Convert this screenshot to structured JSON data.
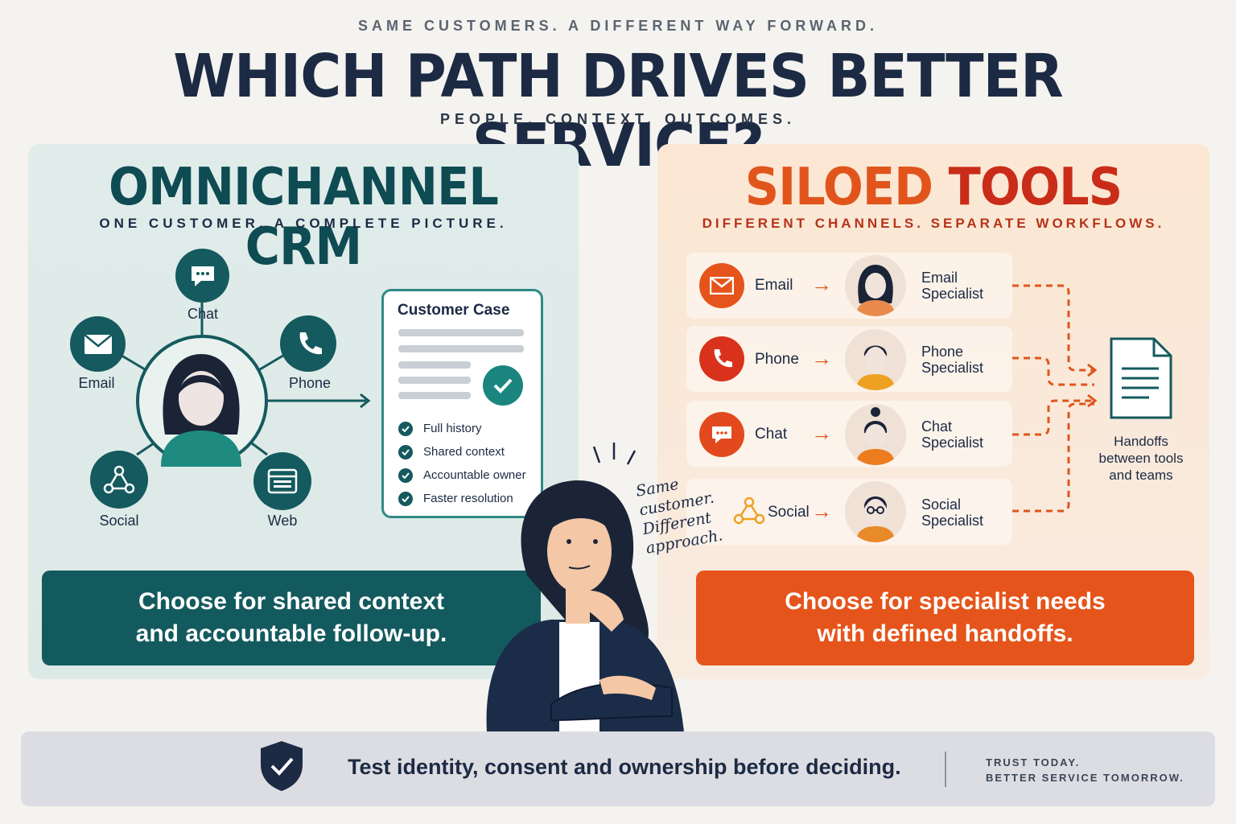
{
  "header": {
    "kicker": "SAME CUSTOMERS. A DIFFERENT WAY FORWARD.",
    "title": "WHICH PATH DRIVES BETTER SERVICE?",
    "subtitle": "PEOPLE. CONTEXT. OUTCOMES."
  },
  "omnichannel": {
    "title": "OMNICHANNEL CRM",
    "subtitle": "ONE CUSTOMER. A COMPLETE PICTURE.",
    "channels": {
      "chat": "Chat",
      "email": "Email",
      "phone": "Phone",
      "social": "Social",
      "web": "Web"
    },
    "case_card": {
      "title": "Customer Case",
      "items": [
        "Full history",
        "Shared context",
        "Accountable owner",
        "Faster resolution"
      ]
    },
    "cta": [
      "Choose for shared context",
      "and accountable follow-up."
    ]
  },
  "siloed": {
    "title_part1": "SILOED",
    "title_part2": "TOOLS",
    "subtitle": "DIFFERENT CHANNELS. SEPARATE WORKFLOWS.",
    "rows": [
      {
        "channel": "Email",
        "specialist": [
          "Email",
          "Specialist"
        ]
      },
      {
        "channel": "Phone",
        "specialist": [
          "Phone",
          "Specialist"
        ]
      },
      {
        "channel": "Chat",
        "specialist": [
          "Chat",
          "Specialist"
        ]
      },
      {
        "channel": "Social",
        "specialist": [
          "Social",
          "Specialist"
        ]
      }
    ],
    "handoff_label": [
      "Handoffs",
      "between tools",
      "and teams"
    ],
    "cta": [
      "Choose for specialist needs",
      "with defined handoffs."
    ]
  },
  "note": [
    "Same",
    "customer.",
    "Different",
    "approach."
  ],
  "footer": {
    "text": "Test identity, consent and ownership before deciding.",
    "tagline_line1": "TRUST TODAY.",
    "tagline_line2": "BETTER SERVICE TOMORROW."
  },
  "colors": {
    "teal": "#135a5f",
    "orange": "#e5541a",
    "red": "#c92c18",
    "navy": "#1c2a44"
  }
}
